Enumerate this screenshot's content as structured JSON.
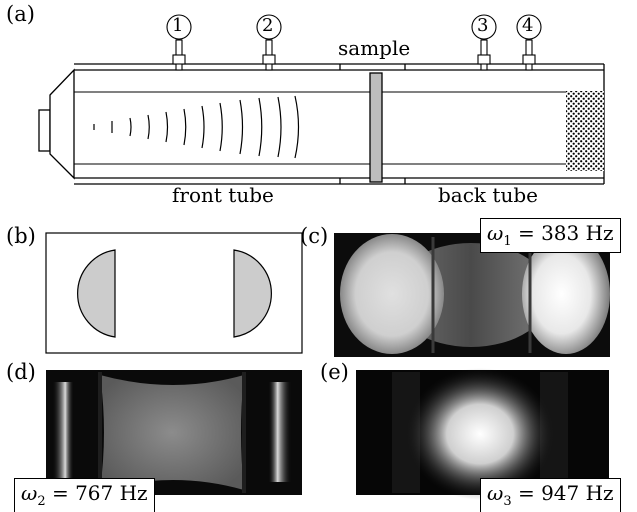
{
  "panels": {
    "a": "(a)",
    "b": "(b)",
    "c": "(c)",
    "d": "(d)",
    "e": "(e)"
  },
  "microphones": [
    "1",
    "2",
    "3",
    "4"
  ],
  "labels": {
    "sample": "sample",
    "front_tube": "front tube",
    "back_tube": "back tube"
  },
  "modes": {
    "c": {
      "symbol": "ω",
      "sub": "1",
      "eq": " = 383 Hz"
    },
    "d": {
      "symbol": "ω",
      "sub": "2",
      "eq": " = 767 Hz"
    },
    "e": {
      "symbol": "ω",
      "sub": "3",
      "eq": " = 947 Hz"
    }
  }
}
